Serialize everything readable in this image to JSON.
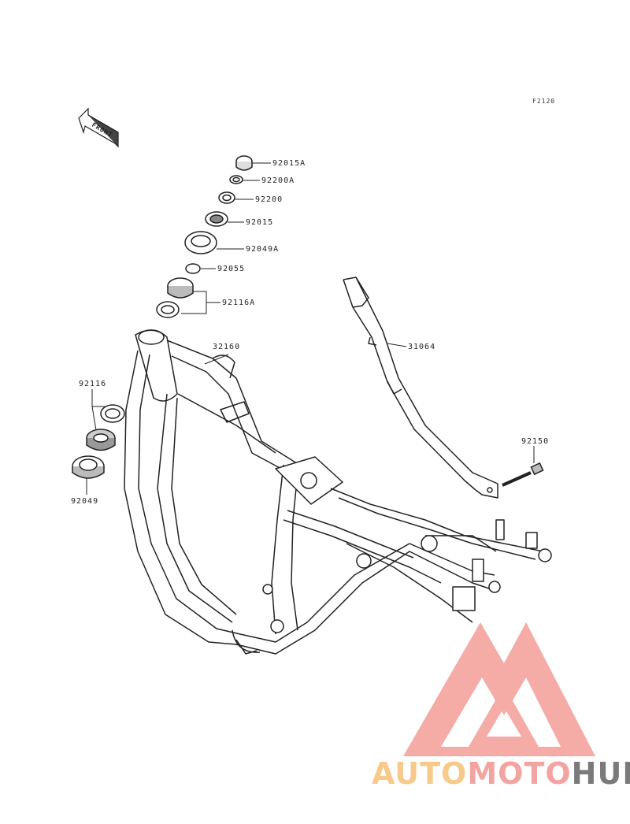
{
  "figure_code": "F2120",
  "front_arrow_text": "FRONT",
  "parts": {
    "p92015A": "92015A",
    "p92200A": "92200A",
    "p92200": "92200",
    "p92015": "92015",
    "p92049A": "92049A",
    "p92055": "92055",
    "p92116A": "92116A",
    "p32160": "32160",
    "p31064": "31064",
    "p92116": "92116",
    "p92049": "92049",
    "p92150": "92150"
  },
  "watermark": {
    "part1": "AUTO",
    "part2": "MOTO",
    "part3": "HUB",
    "color1": "#f7c98b",
    "color2": "#f4a4a0",
    "color3": "#7a7a7a",
    "logo_color": "#f28b85"
  }
}
